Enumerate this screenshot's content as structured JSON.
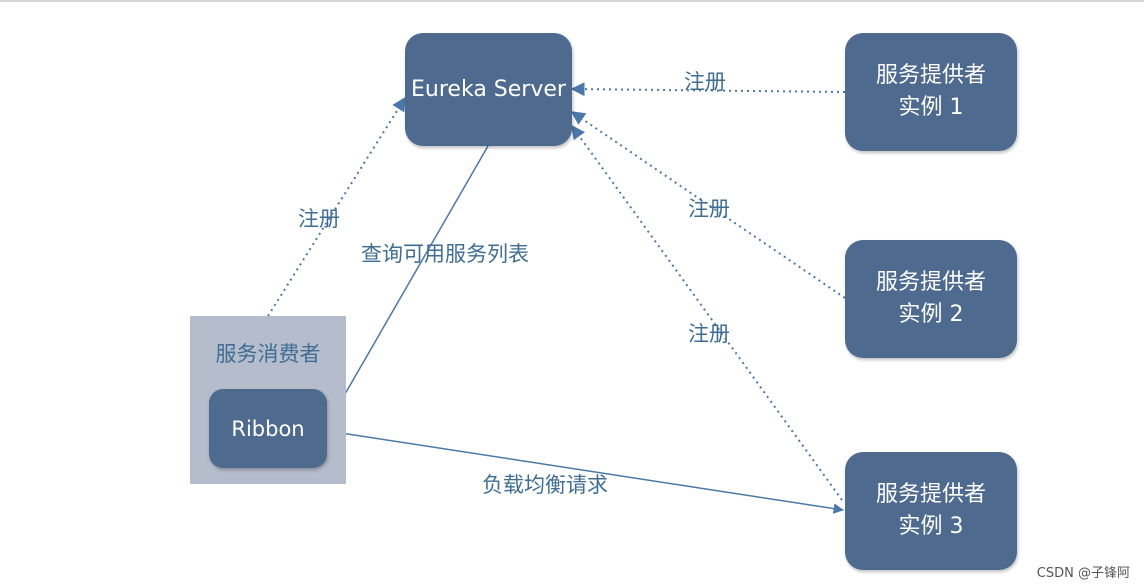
{
  "nodes": {
    "eureka": "Eureka Server",
    "provider1": "服务提供者\n实例 1",
    "provider2": "服务提供者\n实例 2",
    "provider3": "服务提供者\n实例 3",
    "consumer_title": "服务消费者",
    "ribbon": "Ribbon"
  },
  "edges": {
    "register_p1": "注册",
    "register_p2": "注册",
    "register_p3": "注册",
    "register_consumer": "注册",
    "query": "查询可用服务列表",
    "load_balance": "负载均衡请求"
  },
  "colors": {
    "node_fill": "#4e6a8f",
    "consumer_fill": "#b5bccb",
    "edge": "#4a78a8",
    "label": "#3f6d93"
  },
  "watermark": "CSDN @子锋阿"
}
